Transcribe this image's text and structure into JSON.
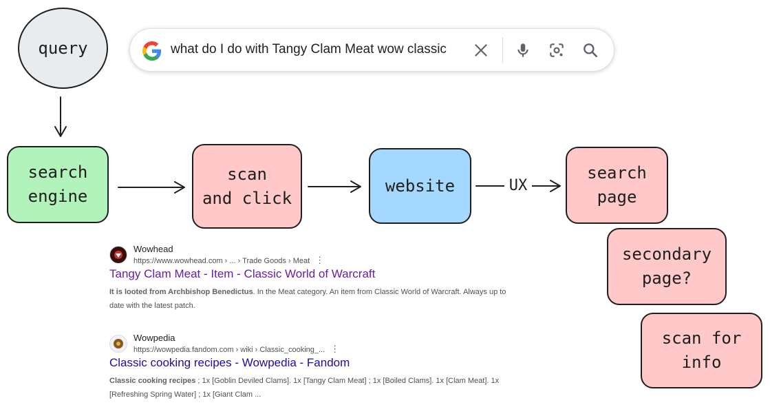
{
  "search": {
    "query": "what do I do with Tangy Clam Meat wow classic",
    "icons": [
      "google-logo-icon",
      "clear-x-icon",
      "microphone-icon",
      "lens-camera-icon",
      "search-magnifier-icon"
    ]
  },
  "diagram": {
    "nodes": {
      "query": "query",
      "search_engine": "search\nengine",
      "scan_click": "scan\nand click",
      "website": "website",
      "search_page": "search\npage",
      "secondary_page": "secondary\npage?",
      "scan_info": "scan for\ninfo"
    },
    "edge_label": "UX",
    "colors": {
      "query": "#e9ecef",
      "search_engine": "#b2f2bb",
      "scan_click": "#ffc9c9",
      "website": "#a5d8ff",
      "search_page": "#ffc9c9",
      "secondary_page": "#ffc9c9",
      "scan_info": "#ffc9c9",
      "stroke": "#1e1e1e"
    }
  },
  "results": [
    {
      "site": "Wowhead",
      "url": "https://www.wowhead.com › ... › Trade Goods › Meat",
      "title": "Tangy Clam Meat - Item - Classic World of Warcraft",
      "title_color": "#681da8",
      "snippet_bold": "It is looted from Archbishop Benedictus",
      "snippet_rest": ". In the Meat category. An item from Classic World of Warcraft. Always up to date with the latest patch."
    },
    {
      "site": "Wowpedia",
      "url": "https://wowpedia.fandom.com › wiki › Classic_cooking_...",
      "title": "Classic cooking recipes - Wowpedia - Fandom",
      "title_color": "#1a0dab",
      "snippet_bold": "Classic cooking recipes",
      "snippet_rest": " ; 1x [Goblin Deviled Clams]. 1x [Tangy Clam Meat] ; 1x [Boiled Clams]. 1x [Clam Meat]. 1x [Refreshing Spring Water] ; 1x [Giant Clam ..."
    }
  ]
}
